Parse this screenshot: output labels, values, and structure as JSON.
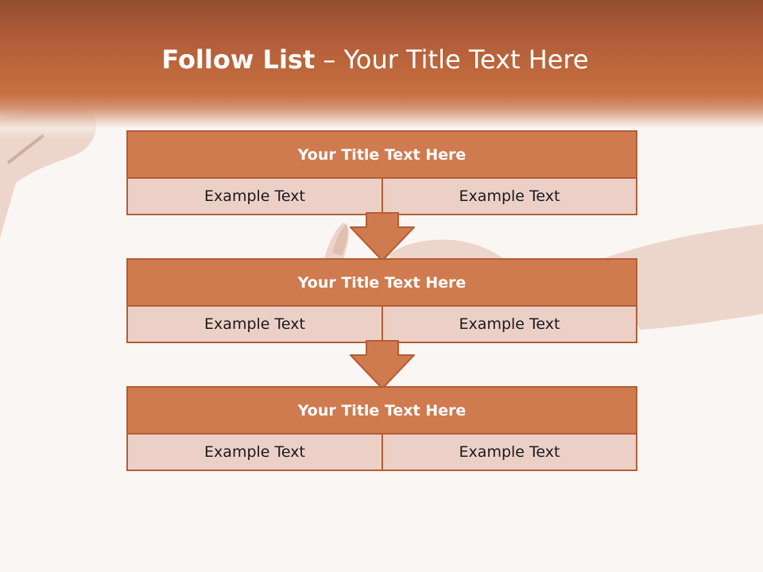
{
  "title": {
    "bold": "Follow List",
    "rest": " – Your Title Text Here"
  },
  "colors": {
    "header": "#c8703f",
    "box_title_fill": "#d07a50",
    "box_cell_fill": "#ecd0c7",
    "border": "#b35d36",
    "background": "#faf6f4"
  },
  "steps": [
    {
      "title": "Your Title Text Here",
      "left": "Example Text",
      "right": "Example Text"
    },
    {
      "title": "Your Title Text Here",
      "left": "Example Text",
      "right": "Example Text"
    },
    {
      "title": "Your Title Text Here",
      "left": "Example Text",
      "right": "Example Text"
    }
  ],
  "connectors": [
    "down-arrow-icon",
    "down-arrow-icon"
  ]
}
